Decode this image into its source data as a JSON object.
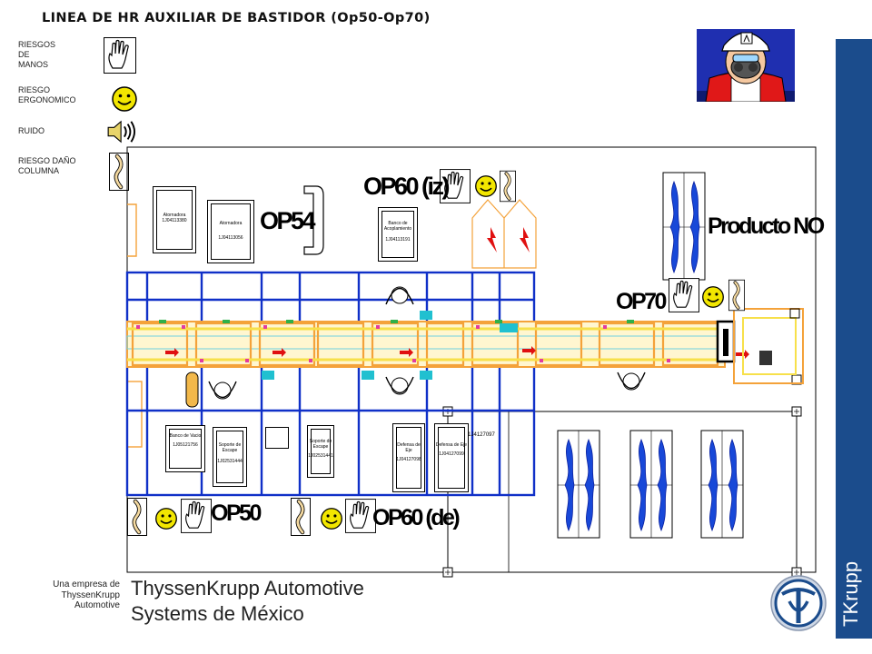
{
  "title": "LINEA DE HR AUXILIAR DE BASTIDOR (Op50-Op70)",
  "legend": [
    {
      "label": "RIESGOS\nDE\nMANOS",
      "icon": "hand-icon"
    },
    {
      "label": "RIESGO\nERGONOMICO",
      "icon": "smiley-icon"
    },
    {
      "label": "RUIDO",
      "icon": "speaker-icon"
    },
    {
      "label": "RIESGO DAÑO\nCOLUMNA",
      "icon": "spine-icon"
    }
  ],
  "labels": {
    "op54": "OP54",
    "op60_iz": "OP60 (iz)",
    "producto_no": "Producto NO",
    "op70": "OP70",
    "op50": "OP50",
    "op60_de": "OP60 (de)"
  },
  "stations": {
    "s1_line1": "Atornadora",
    "s1_line2": "1J04113380",
    "s2_line1": "Atornadora",
    "s2_line2": "1J04113056",
    "s3_line1": "Banco de Acoplamiento",
    "s3_line2": "1J04113191",
    "s4_line1": "Banco de Vacio",
    "s4_line2": "1J05121756",
    "s5_line1": "Soporte de Escape",
    "s5_line2": "1J02531444",
    "s6_line1": "Soporte de Escape",
    "s6_line2": "1J02531441",
    "s7_line1": "Defensa de Eje",
    "s7_line2": "1J04127098",
    "s8_line1": "Defensa de Eje",
    "s8_line2": "1J04127099",
    "s9": "1J4127097"
  },
  "footer": {
    "small": "Una empresa de ThyssenKrupp Automotive",
    "company_line1": "ThyssenKrupp Automotive",
    "company_line2": "Systems de México",
    "brand": "TKrupp"
  },
  "colors": {
    "brand_blue": "#1b4c8c",
    "line_blue": "#1030c8",
    "conveyor_orange": "#f4a23a",
    "conveyor_yellow": "#f7e04a",
    "smiley_yellow": "#f2e600",
    "spark_red": "#e01010"
  }
}
